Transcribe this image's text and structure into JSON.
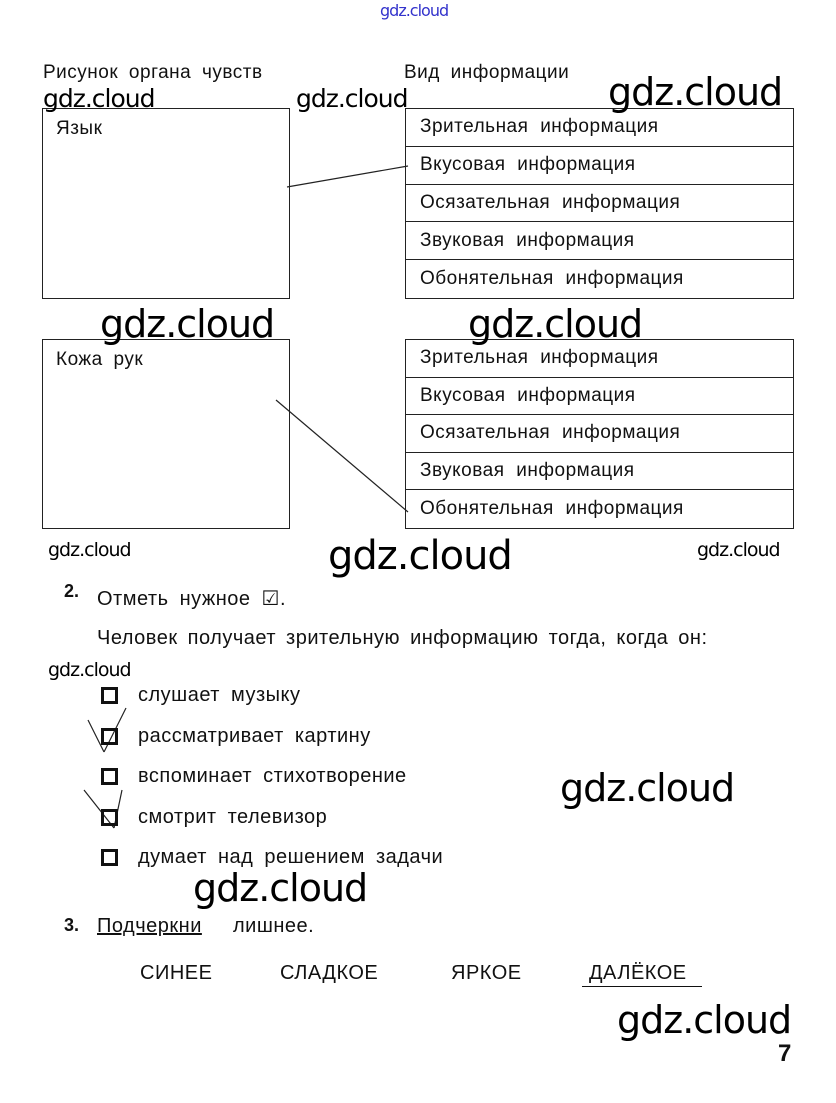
{
  "watermark": "gdz.cloud",
  "watermark_color": "#3333cc",
  "section1": {
    "header_left": "Рисунок органа чувств",
    "header_right": "Вид информации",
    "groups": [
      {
        "organ": "Язык",
        "options": [
          "Зрительная информация",
          "Вкусовая информация",
          "Осязательная информация",
          "Звуковая информация",
          "Обонятельная информация"
        ],
        "connected_to": "Вкусовая информация"
      },
      {
        "organ": "Кожа рук",
        "options": [
          "Зрительная информация",
          "Вкусовая информация",
          "Осязательная информация",
          "Звуковая информация",
          "Обонятельная информация"
        ],
        "connected_to": "Обонятельная информация"
      }
    ]
  },
  "task2": {
    "number": "2.",
    "instruction": "Отметь нужное ☑.",
    "question": "Человек получает зрительную информацию тогда, когда он:",
    "options": [
      {
        "label": "слушает музыку",
        "checked": false
      },
      {
        "label": "рассматривает картину",
        "checked": true
      },
      {
        "label": "вспоминает стихотворение",
        "checked": false
      },
      {
        "label": "смотрит телевизор",
        "checked": true
      },
      {
        "label": "думает над решением задачи",
        "checked": false
      }
    ]
  },
  "task3": {
    "number": "3.",
    "instruction_underlined": "Подчеркни",
    "instruction_rest": "лишнее.",
    "words": [
      "СИНЕЕ",
      "СЛАДКОЕ",
      "ЯРКОЕ",
      "ДАЛЁКОЕ"
    ],
    "underlined_word": "ДАЛЁКОЕ"
  },
  "page_number": "7"
}
